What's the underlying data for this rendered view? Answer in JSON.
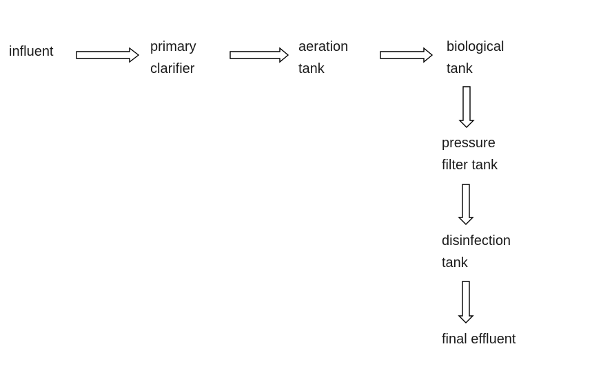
{
  "diagram": {
    "nodes": [
      {
        "id": "influent",
        "lines": [
          "influent"
        ]
      },
      {
        "id": "primary-clarifier",
        "lines": [
          "primary",
          "clarifier"
        ]
      },
      {
        "id": "aeration-tank",
        "lines": [
          "aeration",
          "tank"
        ]
      },
      {
        "id": "biological-tank",
        "lines": [
          "biological",
          "tank"
        ]
      },
      {
        "id": "pressure-filter-tank",
        "lines": [
          "pressure",
          "filter tank"
        ]
      },
      {
        "id": "disinfection-tank",
        "lines": [
          "disinfection",
          "tank"
        ]
      },
      {
        "id": "final-effluent",
        "lines": [
          "final effluent"
        ]
      }
    ],
    "edges": [
      {
        "from": "influent",
        "to": "primary-clarifier",
        "direction": "right"
      },
      {
        "from": "primary-clarifier",
        "to": "aeration-tank",
        "direction": "right"
      },
      {
        "from": "aeration-tank",
        "to": "biological-tank",
        "direction": "right"
      },
      {
        "from": "biological-tank",
        "to": "pressure-filter-tank",
        "direction": "down"
      },
      {
        "from": "pressure-filter-tank",
        "to": "disinfection-tank",
        "direction": "down"
      },
      {
        "from": "disinfection-tank",
        "to": "final-effluent",
        "direction": "down"
      }
    ],
    "colors": {
      "text": "#1a1a1a",
      "arrow_stroke": "#000000",
      "arrow_fill": "#ffffff",
      "background": "#ffffff"
    }
  }
}
